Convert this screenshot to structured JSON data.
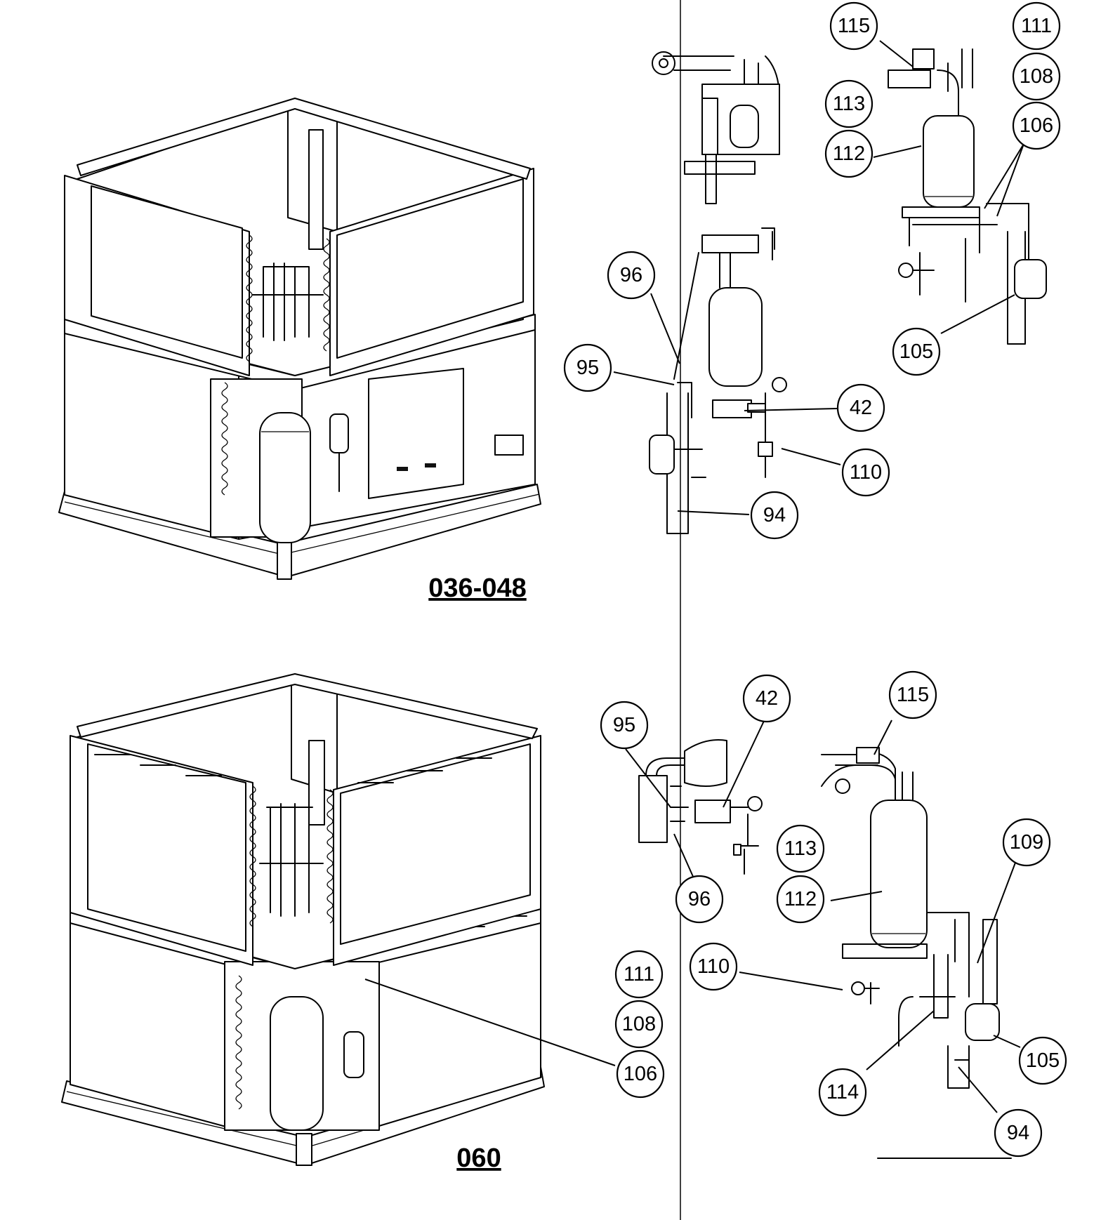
{
  "model_labels": {
    "top": "036-048",
    "bottom": "060"
  },
  "callouts_top": [
    {
      "id": "c115a",
      "label": "115"
    },
    {
      "id": "c111a",
      "label": "111"
    },
    {
      "id": "c108a",
      "label": "108"
    },
    {
      "id": "c113a",
      "label": "113"
    },
    {
      "id": "c106a",
      "label": "106"
    },
    {
      "id": "c112a",
      "label": "112"
    },
    {
      "id": "c96a",
      "label": "96"
    },
    {
      "id": "c95a",
      "label": "95"
    },
    {
      "id": "c105a",
      "label": "105"
    },
    {
      "id": "c42a",
      "label": "42"
    },
    {
      "id": "c110a",
      "label": "110"
    },
    {
      "id": "c94a",
      "label": "94"
    }
  ],
  "callouts_bottom": [
    {
      "id": "c42b",
      "label": "42"
    },
    {
      "id": "c115b",
      "label": "115"
    },
    {
      "id": "c95b",
      "label": "95"
    },
    {
      "id": "c113b",
      "label": "113"
    },
    {
      "id": "c109b",
      "label": "109"
    },
    {
      "id": "c96b",
      "label": "96"
    },
    {
      "id": "c112b",
      "label": "112"
    },
    {
      "id": "c110b",
      "label": "110"
    },
    {
      "id": "c111b",
      "label": "111"
    },
    {
      "id": "c108b",
      "label": "108"
    },
    {
      "id": "c105b",
      "label": "105"
    },
    {
      "id": "c106b",
      "label": "106"
    },
    {
      "id": "c114b",
      "label": "114"
    },
    {
      "id": "c94b",
      "label": "94"
    }
  ]
}
